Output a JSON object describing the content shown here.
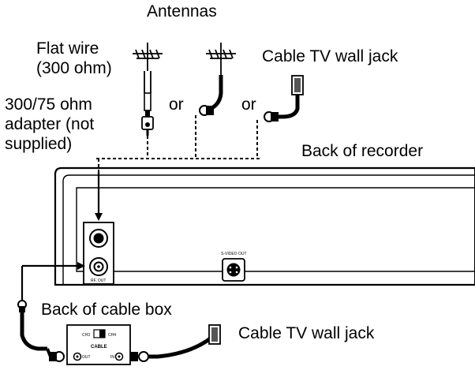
{
  "labels": {
    "antennas": "Antennas",
    "flat_wire": "Flat wire\n(300 ohm)",
    "cable_tv_top": "Cable TV wall jack",
    "or_1": "or",
    "or_2": "or",
    "adapter": "300/75 ohm\nadapter (not\nsupplied)",
    "back_of_recorder": "Back of recorder",
    "back_of_cable_box": "Back of cable box",
    "cable_tv_bottom": "Cable TV wall jack"
  },
  "recorder_panel": {
    "rf_out": "RF. OUT",
    "s_video_out": "S-VIDEO OUT"
  },
  "cable_box": {
    "ch3": "CH3",
    "ch4": "CH4",
    "cable": "CABLE",
    "out": "OUT",
    "in": "IN"
  }
}
